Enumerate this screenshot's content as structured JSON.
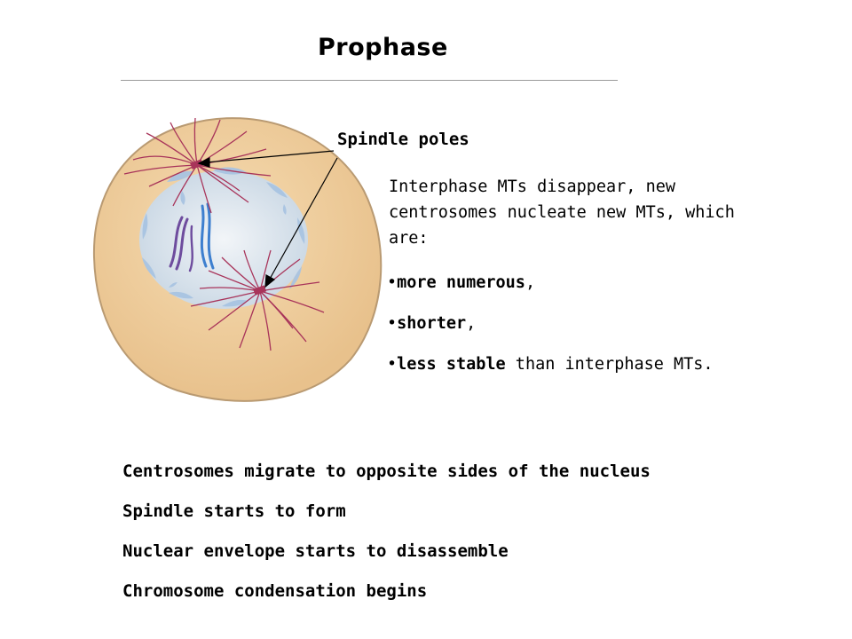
{
  "title": "Prophase",
  "label_spindle_poles": "Spindle poles",
  "description": "Interphase MTs disappear, new centrosomes nucleate new MTs, which are:",
  "properties": [
    {
      "bullet": "•",
      "bold": "more numerous",
      "rest": ","
    },
    {
      "bullet": "•",
      "bold": "shorter",
      "rest": ","
    },
    {
      "bullet": "•",
      "bold": "less stable",
      "rest": " than interphase MTs."
    }
  ],
  "summary_points": [
    "Centrosomes migrate to opposite sides of the nucleus",
    "Spindle starts to form",
    "Nuclear envelope starts to disassemble",
    "Chromosome condensation begins"
  ],
  "colors": {
    "cytoplasm": "#efcf9e",
    "cell_border": "#b99a72",
    "nucleus": "#d7e2ec",
    "envelope_fragments": "#a9c4e2",
    "microtubules": "#a8345a",
    "chromosome_blue": "#3d7fcf",
    "chromosome_purple": "#6e4c9e",
    "rule": "#9a9a9a"
  }
}
